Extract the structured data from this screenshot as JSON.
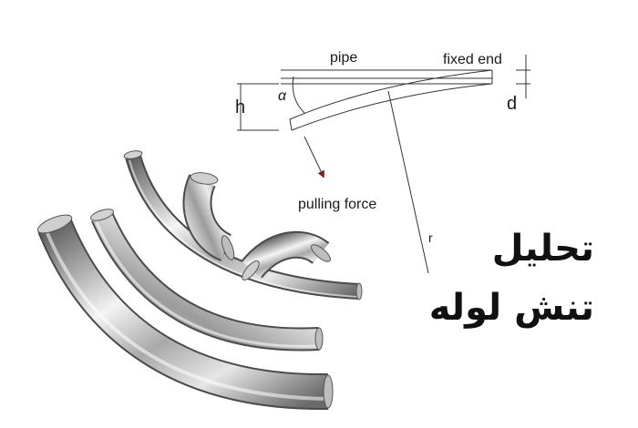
{
  "diagram": {
    "labels": {
      "pipe": "pipe",
      "fixed_end": "fixed end",
      "alpha": "α",
      "h": "h",
      "d": "d",
      "r": "r",
      "pulling_force": "pulling force"
    },
    "colors": {
      "line": "#333333",
      "arrow": "#8b1a1a"
    }
  },
  "title": {
    "line1": "تحلیل",
    "line2": "تنش لوله"
  },
  "illustration": {
    "pieces": [
      "pipe-bend-large",
      "pipe-bend-medium",
      "pipe-bend-thin",
      "pipe-elbow-small",
      "pipe-elbow-flat"
    ],
    "colors": {
      "metal_dark": "#6e6e6e",
      "metal_light": "#f2f2f2",
      "metal_mid": "#b5b5b5"
    }
  }
}
